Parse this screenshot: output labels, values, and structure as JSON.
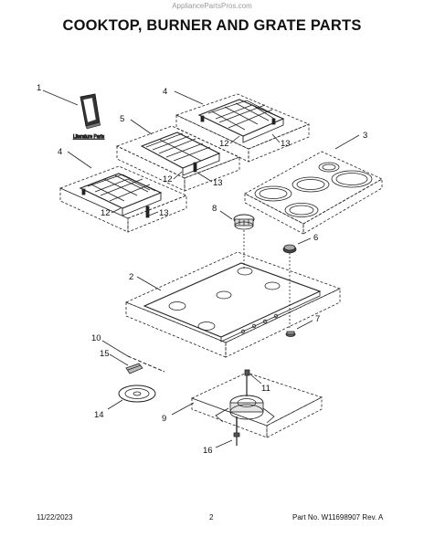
{
  "watermark": "AppliancePartsPros.com",
  "title": "COOKTOP, BURNER AND GRATE PARTS",
  "literature_label": "Literature Parts",
  "callouts": {
    "c1": "1",
    "c2": "2",
    "c3": "3",
    "c4a": "4",
    "c4b": "4",
    "c5": "5",
    "c6": "6",
    "c7": "7",
    "c8": "8",
    "c9": "9",
    "c10": "10",
    "c11": "11",
    "c12a": "12",
    "c12b": "12",
    "c12c": "12",
    "c13a": "13",
    "c13b": "13",
    "c13c": "13",
    "c14": "14",
    "c15": "15",
    "c16": "16"
  },
  "footer": {
    "date": "11/22/2023",
    "page": "2",
    "part_no": "Part No. W11698907  Rev. A"
  }
}
